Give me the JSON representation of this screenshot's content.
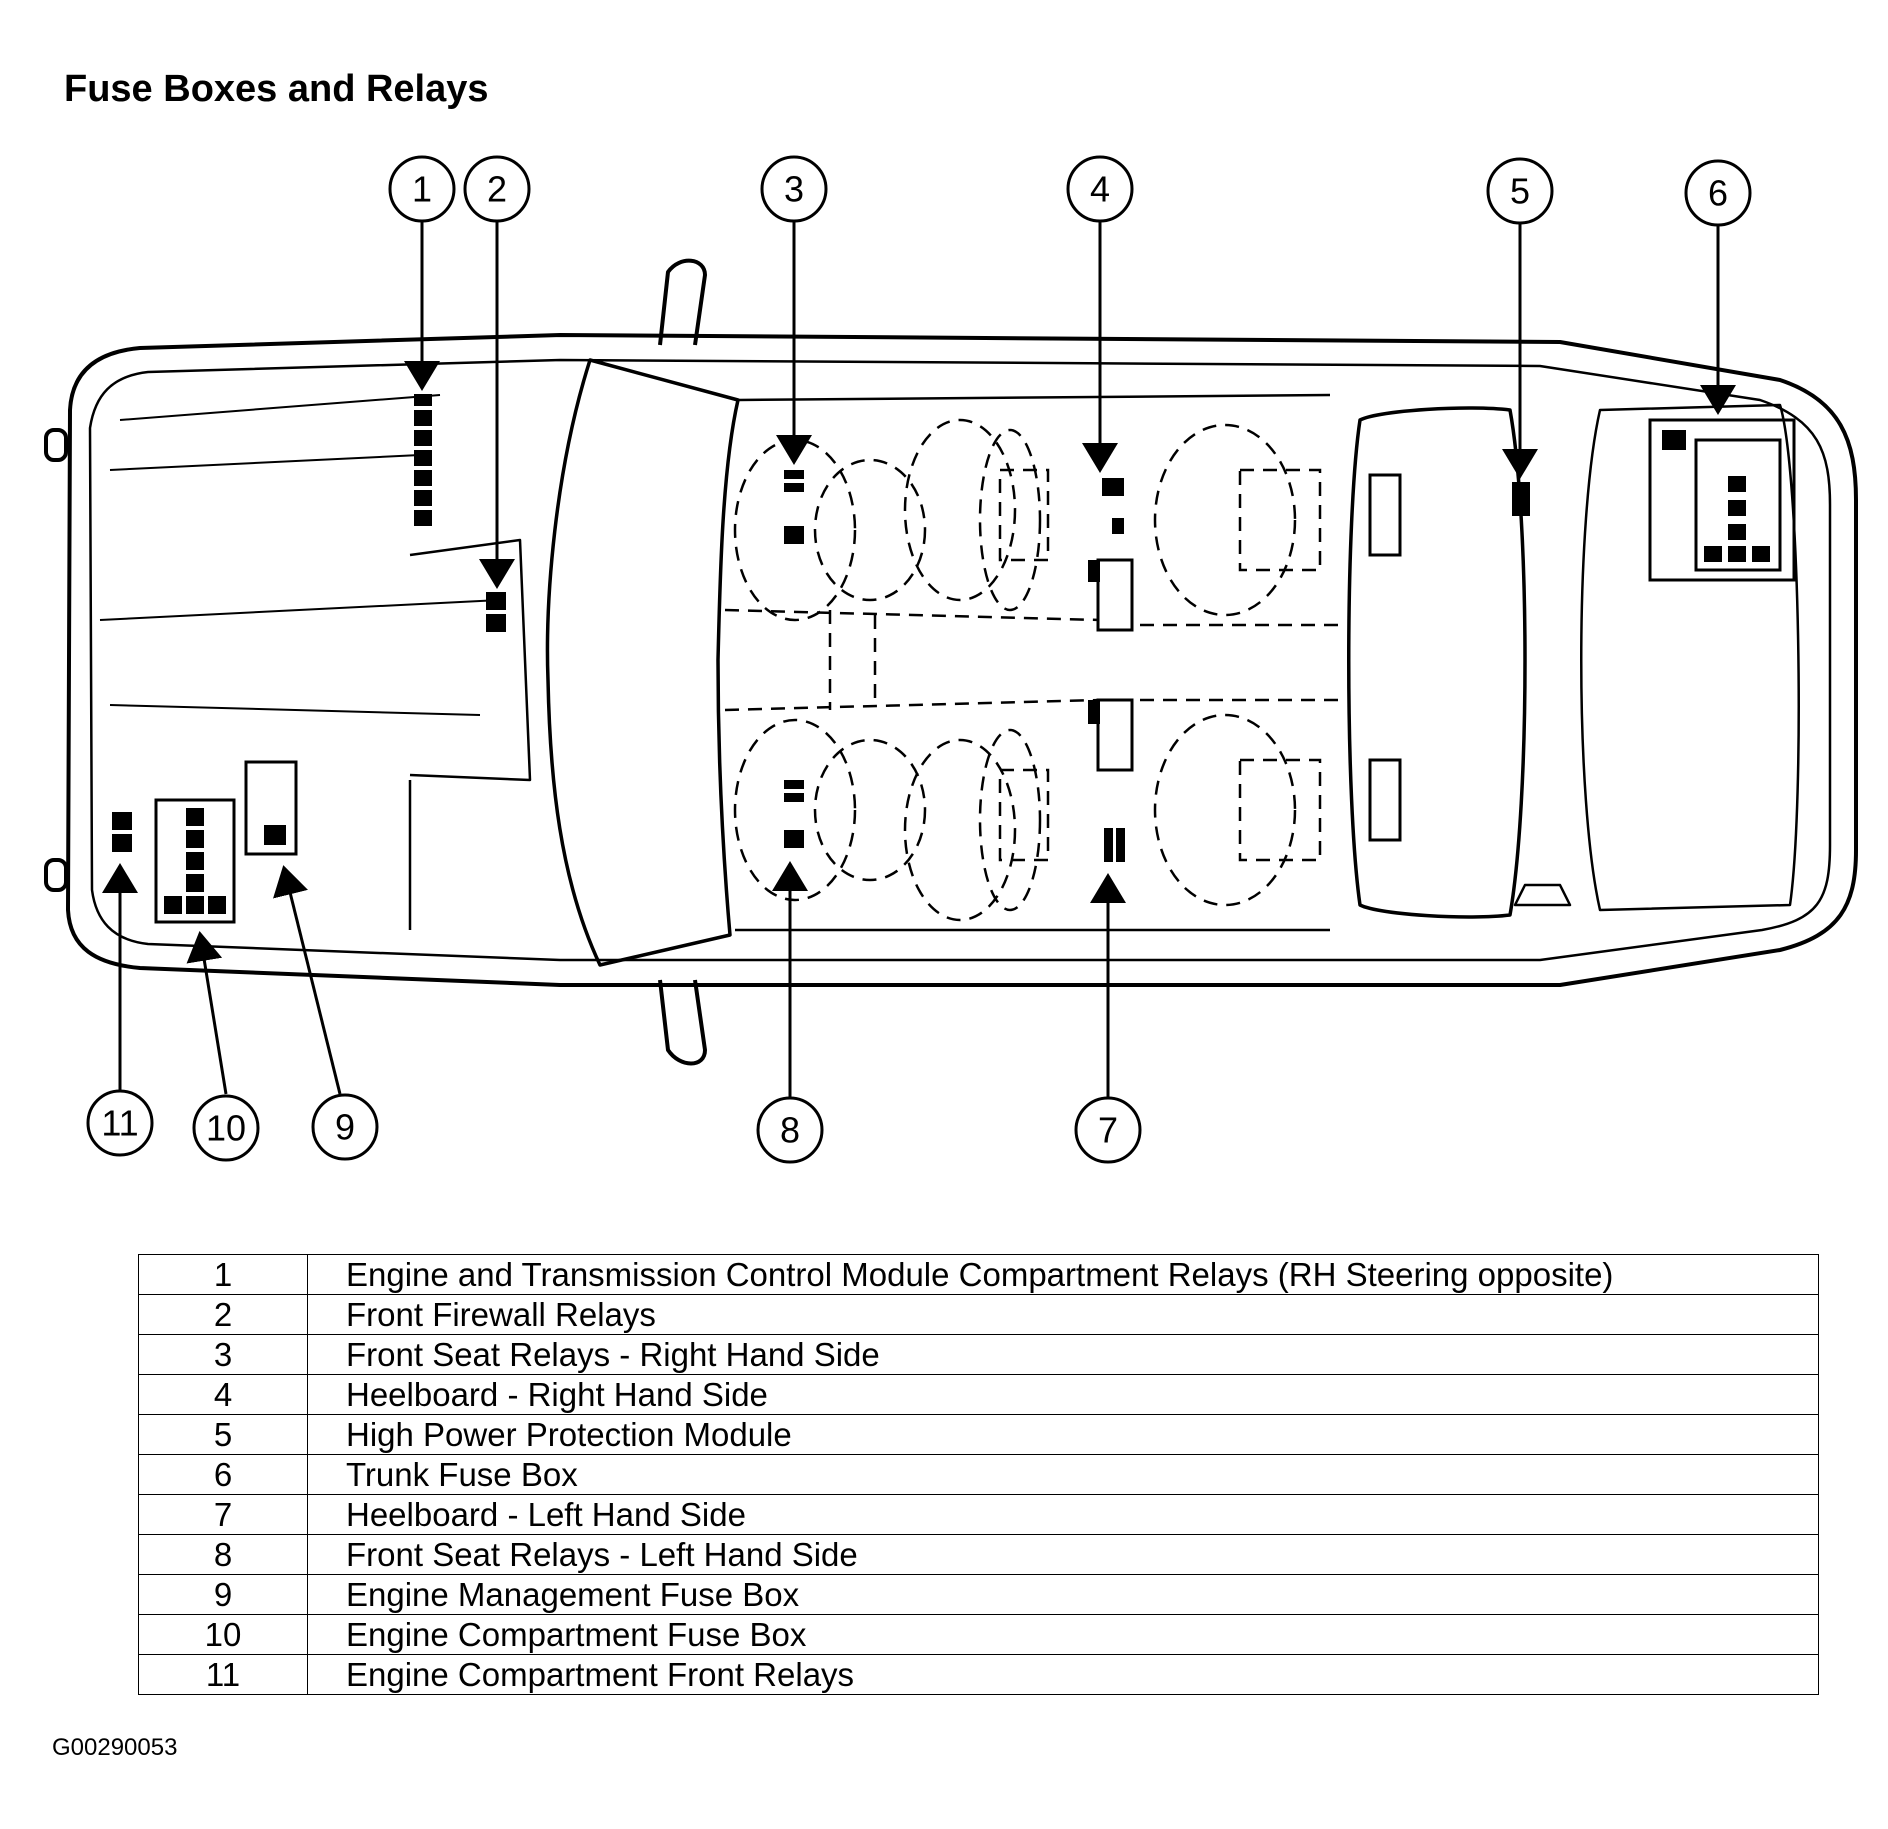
{
  "title": "Fuse Boxes and Relays",
  "figure_id": "G00290053",
  "callouts": [
    "1",
    "2",
    "3",
    "4",
    "5",
    "6",
    "7",
    "8",
    "9",
    "10",
    "11"
  ],
  "legend": [
    {
      "number": "1",
      "description": "Engine and Transmission Control Module Compartment Relays (RH Steering opposite)"
    },
    {
      "number": "2",
      "description": "Front Firewall Relays"
    },
    {
      "number": "3",
      "description": "Front Seat Relays - Right Hand Side"
    },
    {
      "number": "4",
      "description": "Heelboard - Right Hand Side"
    },
    {
      "number": "5",
      "description": "High Power Protection Module"
    },
    {
      "number": "6",
      "description": "Trunk Fuse Box"
    },
    {
      "number": "7",
      "description": "Heelboard - Left Hand Side"
    },
    {
      "number": "8",
      "description": "Front Seat Relays - Left Hand Side"
    },
    {
      "number": "9",
      "description": "Engine Management Fuse Box"
    },
    {
      "number": "10",
      "description": "Engine Compartment Fuse Box"
    },
    {
      "number": "11",
      "description": "Engine Compartment Front Relays"
    }
  ]
}
